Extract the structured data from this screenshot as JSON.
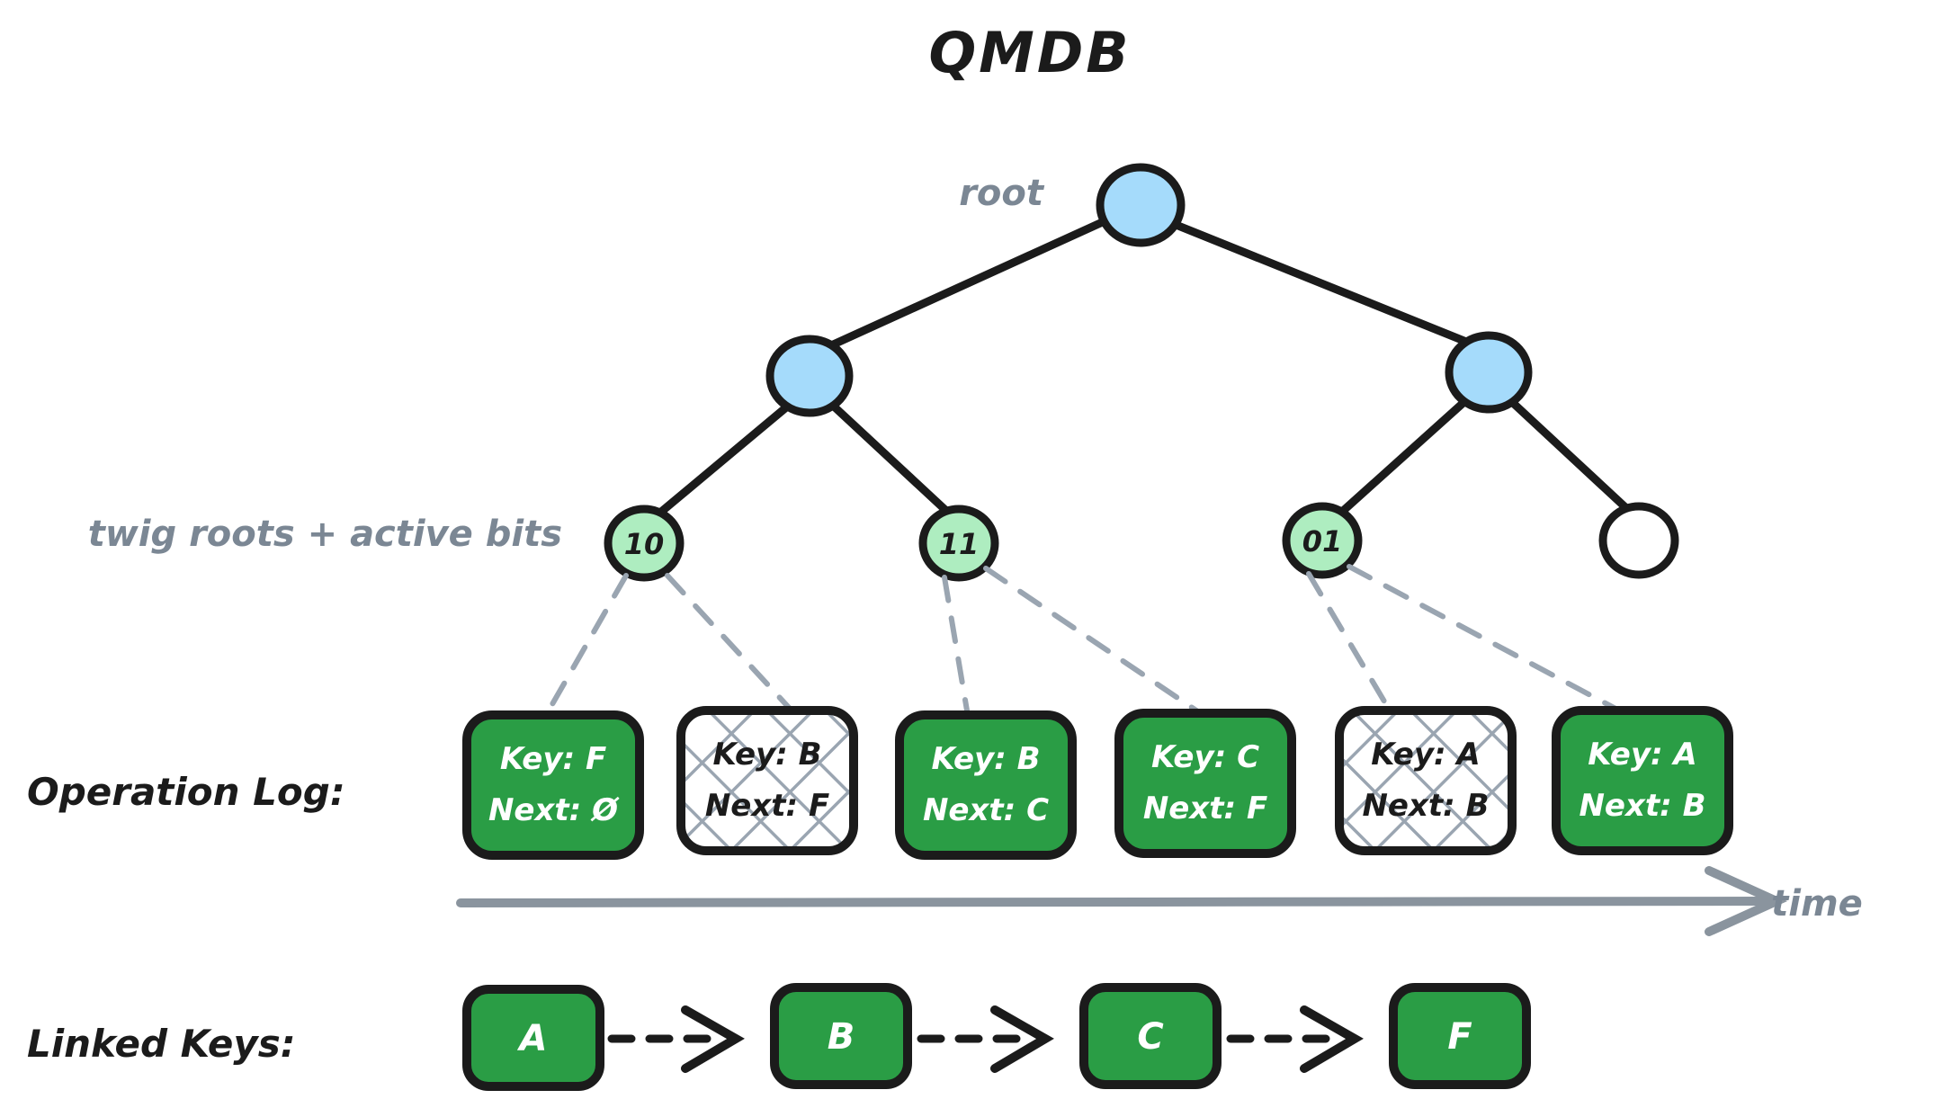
{
  "title": "QMDB",
  "labels": {
    "root": "root",
    "twig": "twig roots + active bits",
    "operation_log": "Operation Log:",
    "linked_keys": "Linked Keys:",
    "time": "time"
  },
  "colors": {
    "node_blue": "#A5DBFB",
    "node_green_light": "#AEEDC0",
    "node_white": "#FFFFFF",
    "box_green": "#2A9D45",
    "stroke_black": "#1B1B1B",
    "gray": "#8A949E",
    "gray_label": "#7B8794",
    "hatch_gray": "#9AA5B1"
  },
  "tree": {
    "root": {
      "label": "",
      "fill": "blue"
    },
    "level1": [
      {
        "label": "",
        "fill": "blue"
      },
      {
        "label": "",
        "fill": "blue"
      }
    ],
    "leaves": [
      {
        "label": "10",
        "fill": "green",
        "active": true
      },
      {
        "label": "11",
        "fill": "green",
        "active": true
      },
      {
        "label": "01",
        "fill": "green",
        "active": true
      },
      {
        "label": "",
        "fill": "white",
        "active": false
      }
    ]
  },
  "operation_log": {
    "entries": [
      {
        "key_label": "Key: F",
        "next_label": "Next: Ø",
        "state": "active"
      },
      {
        "key_label": "Key: B",
        "next_label": "Next: F",
        "state": "inactive"
      },
      {
        "key_label": "Key: B",
        "next_label": "Next: C",
        "state": "active"
      },
      {
        "key_label": "Key: C",
        "next_label": "Next: F",
        "state": "active"
      },
      {
        "key_label": "Key: A",
        "next_label": "Next: B",
        "state": "inactive"
      },
      {
        "key_label": "Key: A",
        "next_label": "Next: B",
        "state": "active"
      }
    ]
  },
  "linked_keys": {
    "nodes": [
      {
        "label": "A"
      },
      {
        "label": "B"
      },
      {
        "label": "C"
      },
      {
        "label": "F"
      }
    ]
  }
}
